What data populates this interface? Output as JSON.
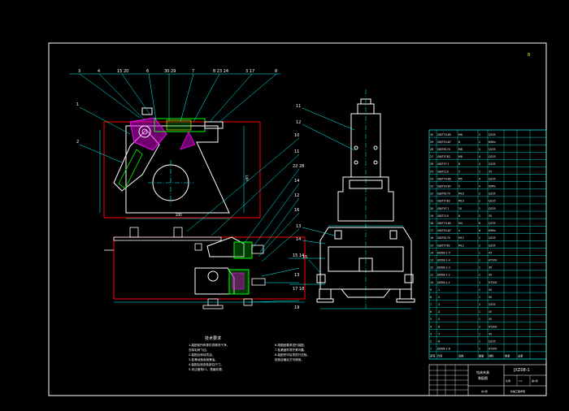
{
  "drawing": {
    "corner_mark": "8",
    "callouts_top": [
      "3",
      "4",
      "15 20",
      "6",
      "30 29",
      "7",
      "8 23 24",
      "3 17",
      "8"
    ],
    "callouts_left": [
      "1",
      "2"
    ],
    "callouts_right_mid": [
      "10",
      "11",
      "22 28",
      "14",
      "12",
      "16",
      "15 14",
      "13",
      "17 18",
      "19"
    ],
    "callouts_side_view": [
      "11",
      "12",
      "13",
      "14",
      "15"
    ],
    "notes_title": "技术要求",
    "notes_left": [
      "1.装配前所有零件须清洗干净，",
      "  去除毛刺飞边。",
      "2.装配后转动灵活。",
      "3.各滑动面涂润滑油。",
      "4.装配后检查各部位尺寸。",
      "5.未注倒角C1，表面处理。"
    ],
    "notes_right": [
      "6.按图纸要求进行装配。",
      "7.各紧固件须拧紧可靠。",
      "8.装配完毕后须进行试验。",
      "  检验合格后方可使用。"
    ]
  },
  "parts_list": {
    "rows": [
      [
        "30",
        "GB/T70-85",
        "M6",
        "2",
        "Q235",
        "",
        ""
      ],
      [
        "29",
        "GB/T93-87",
        "6",
        "2",
        "65Mn",
        "",
        ""
      ],
      [
        "28",
        "GB/T6170",
        "M8",
        "4",
        "Q235",
        "",
        ""
      ],
      [
        "27",
        "GB/T5782",
        "M8",
        "4",
        "Q235",
        "",
        ""
      ],
      [
        "26",
        "GB/T97.1",
        "8",
        "4",
        "Q235",
        "",
        ""
      ],
      [
        "25",
        "GB/T119",
        "5",
        "2",
        "35",
        "",
        ""
      ],
      [
        "24",
        "GB/T70-85",
        "M5",
        "4",
        "Q235",
        "",
        ""
      ],
      [
        "23",
        "GB/T93-87",
        "5",
        "4",
        "65Mn",
        "",
        ""
      ],
      [
        "22",
        "GB/T6170",
        "M10",
        "2",
        "Q235",
        "",
        ""
      ],
      [
        "21",
        "GB/T5782",
        "M10",
        "2",
        "Q235",
        "",
        ""
      ],
      [
        "20",
        "GB/T97.1",
        "10",
        "2",
        "Q235",
        "",
        ""
      ],
      [
        "19",
        "GB/T119",
        "6",
        "2",
        "35",
        "",
        ""
      ],
      [
        "18",
        "GB/T70-85",
        "M4",
        "6",
        "Q235",
        "",
        ""
      ],
      [
        "17",
        "GB/T93-87",
        "4",
        "6",
        "65Mn",
        "",
        ""
      ],
      [
        "16",
        "GB/T6170",
        "M12",
        "2",
        "Q235",
        "",
        ""
      ],
      [
        "15",
        "GB/T5782",
        "M12",
        "2",
        "Q235",
        "",
        ""
      ],
      [
        "14",
        "JXZ08-1-5",
        "",
        "1",
        "45",
        "",
        ""
      ],
      [
        "13",
        "JXZ08-1-4",
        "",
        "1",
        "HT200",
        "",
        ""
      ],
      [
        "12",
        "JXZ08-1-3",
        "",
        "1",
        "45",
        "",
        ""
      ],
      [
        "11",
        "JXZ08-1-2",
        "",
        "1",
        "45",
        "",
        ""
      ],
      [
        "10",
        "JXZ08-1-1",
        "",
        "1",
        "HT200",
        "",
        ""
      ],
      [
        "9",
        "-1",
        "",
        "1",
        "45",
        "",
        ""
      ],
      [
        "8",
        "-2",
        "",
        "1",
        "45",
        "",
        ""
      ],
      [
        "7",
        "-3",
        "",
        "1",
        "Q235",
        "",
        ""
      ],
      [
        "6",
        "-4",
        "",
        "1",
        "45",
        "",
        ""
      ],
      [
        "5",
        "-5",
        "",
        "1",
        "45",
        "",
        ""
      ],
      [
        "4",
        "-6",
        "",
        "2",
        "HT200",
        "",
        ""
      ],
      [
        "3",
        "-7",
        "",
        "1",
        "45",
        "",
        ""
      ],
      [
        "2",
        "-8",
        "",
        "1",
        "Q235",
        "",
        ""
      ],
      [
        "1",
        "JXZ08-1-6",
        "",
        "1",
        "HT200",
        "",
        ""
      ]
    ],
    "header": [
      "序号",
      "代号",
      "名称",
      "数量",
      "材料",
      "单重",
      "总重"
    ]
  },
  "title_block": {
    "name_line1": "钻床夹具",
    "name_line2": "装配图",
    "drawing_no": "JXZ08-1",
    "scale_label": "比例",
    "scale_value": "1:1",
    "sheet_label": "共1张",
    "sheet_value": "第1张",
    "school": "机械工程学院"
  }
}
